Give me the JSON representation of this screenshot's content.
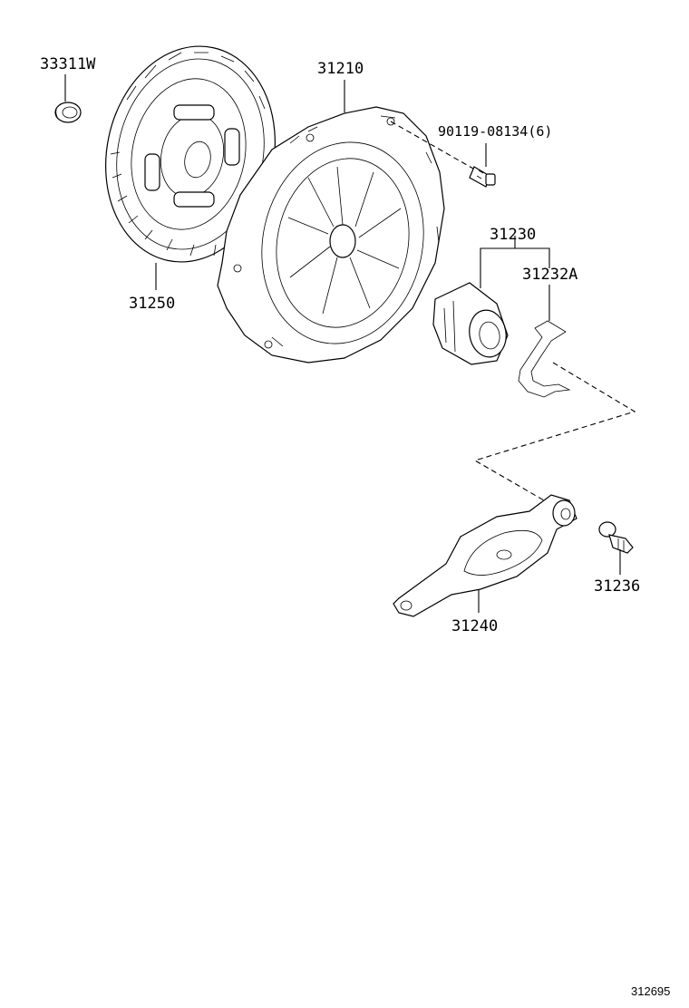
{
  "callouts": {
    "bearing_33311w": "33311W",
    "cover_31210": "31210",
    "bolt_90119": "90119-08134(6)",
    "bearing_31230": "31230",
    "clip_31232a": "31232A",
    "disc_31250": "31250",
    "fork_31240": "31240",
    "pivot_31236": "31236"
  },
  "figure_id": "312695"
}
